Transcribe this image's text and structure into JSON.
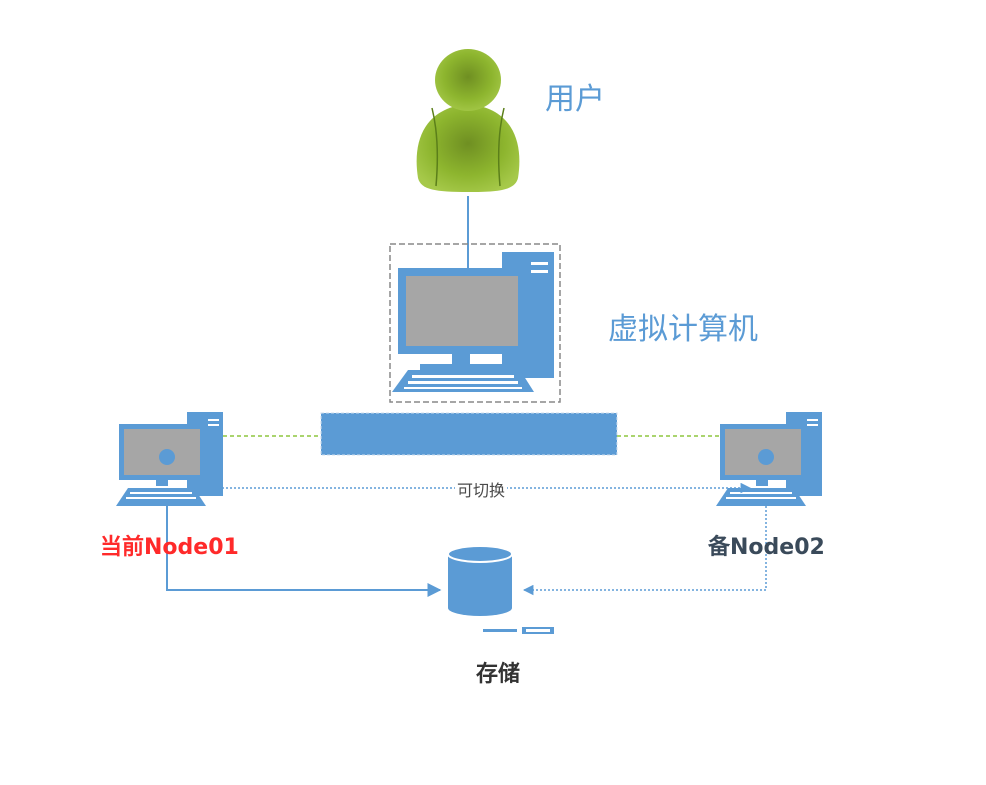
{
  "labels": {
    "user": "用户",
    "vm": "虚拟计算机",
    "switchable": "可切换",
    "node01": "当前Node01",
    "node02": "备Node02",
    "storage": "存储"
  },
  "icons": {
    "user": "user-person-icon",
    "vm": "desktop-computer-icon",
    "node01": "desktop-computer-icon",
    "node02": "desktop-computer-icon",
    "storage": "database-cylinder-icon"
  },
  "colors": {
    "accent_blue": "#5b9bd5",
    "user_green": "#8db52e",
    "active_red": "#ff2a2a",
    "dashed_green": "#8dc63f"
  }
}
